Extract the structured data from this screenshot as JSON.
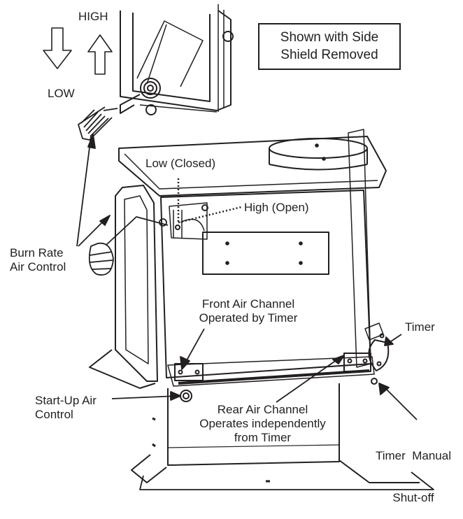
{
  "callout": {
    "line1": "Shown with Side",
    "line2": "Shield Removed"
  },
  "inset": {
    "high": "HIGH",
    "low": "LOW"
  },
  "damper": {
    "low_closed": "Low (Closed)",
    "high_open": "High (Open)"
  },
  "labels": {
    "burn_rate": [
      "Burn Rate",
      "Air Control"
    ],
    "front_air": [
      "Front Air Channel",
      "Operated by Timer"
    ],
    "timer": "Timer",
    "startup": [
      "Start-Up Air",
      "Control"
    ],
    "rear_air": [
      "Rear Air Channel",
      "Operates independently",
      "from Timer"
    ],
    "timer_shutoff": [
      "Timer  Manual",
      "Shut-off"
    ]
  },
  "colors": {
    "ink": "#231f20",
    "background": "#ffffff"
  }
}
